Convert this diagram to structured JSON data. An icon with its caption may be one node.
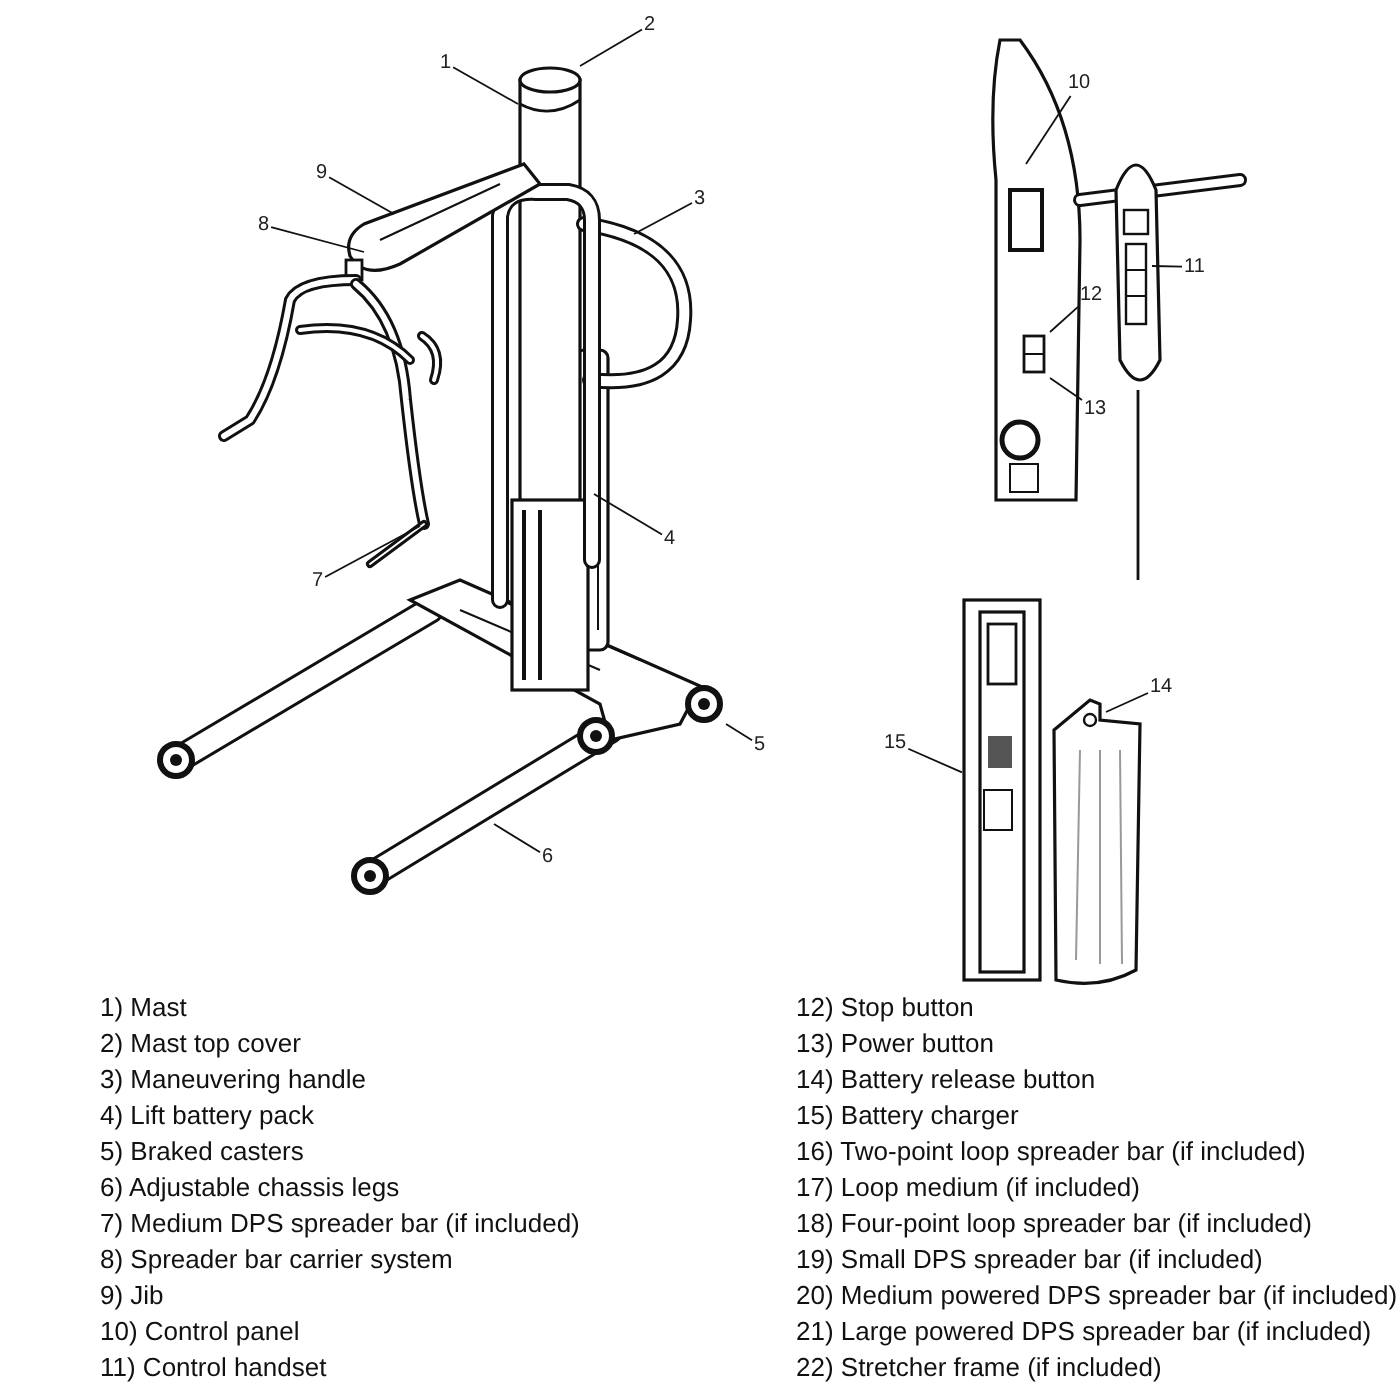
{
  "diagram": {
    "nodes": [
      {
        "text": [
          "1"
        ]
      },
      {
        "text": [
          "2"
        ]
      },
      {
        "text": [
          "3"
        ]
      },
      {
        "text": [
          "4"
        ]
      },
      {
        "text": [
          "5"
        ]
      },
      {
        "text": [
          "6"
        ]
      },
      {
        "text": [
          "7"
        ]
      },
      {
        "text": [
          "8"
        ]
      },
      {
        "text": [
          "9"
        ]
      },
      {
        "text": [
          "10"
        ]
      },
      {
        "text": [
          "11"
        ]
      },
      {
        "text": [
          "12"
        ]
      },
      {
        "text": [
          "13"
        ]
      },
      {
        "text": [
          "14"
        ]
      },
      {
        "text": [
          "15"
        ]
      },
      {
        "text": [],
        "shape": "picture"
      }
    ],
    "edges": [
      {
        "from": 0,
        "to": null,
        "arrow": "none"
      },
      {
        "from": 1,
        "to": null,
        "arrow": "none"
      },
      {
        "from": 2,
        "to": null,
        "arrow": "none"
      },
      {
        "from": 3,
        "to": null,
        "arrow": "none"
      },
      {
        "from": 4,
        "to": null,
        "arrow": "none"
      },
      {
        "from": 5,
        "to": null,
        "arrow": "none"
      },
      {
        "from": 6,
        "to": null,
        "arrow": "none"
      },
      {
        "from": 7,
        "to": null,
        "arrow": "none"
      },
      {
        "from": 8,
        "to": null,
        "arrow": "none"
      },
      {
        "from": 9,
        "to": null,
        "arrow": "none"
      },
      {
        "from": 10,
        "to": null,
        "arrow": "none"
      },
      {
        "from": 11,
        "to": null,
        "arrow": "none"
      },
      {
        "from": 12,
        "to": null,
        "arrow": "none"
      },
      {
        "from": 13,
        "to": null,
        "arrow": "none"
      },
      {
        "from": 14,
        "to": 15,
        "arrow": "none"
      }
    ],
    "labels": [
      "1) Mast",
      "2) Mast top cover",
      "3) Maneuvering handle",
      "4) Lift battery pack",
      "5) Braked casters",
      "6) Adjustable chassis legs",
      "7) Medium DPS spreader bar (if included)",
      "8) Spreader bar carrier system",
      "9) Jib",
      "10) Control panel",
      "11) Control handset",
      "12) Stop button",
      "13) Power button",
      "14) Battery release button",
      "15) Battery charger",
      "16) Two-point loop spreader bar (if included)",
      "17) Loop medium (if included)",
      "18) Four-point loop spreader bar (if included)",
      "19) Small DPS spreader bar (if included)",
      "20) Medium powered DPS spreader bar (if included)",
      "21) Large powered DPS spreader bar (if included)",
      "22) Stretcher frame (if included)"
    ]
  }
}
